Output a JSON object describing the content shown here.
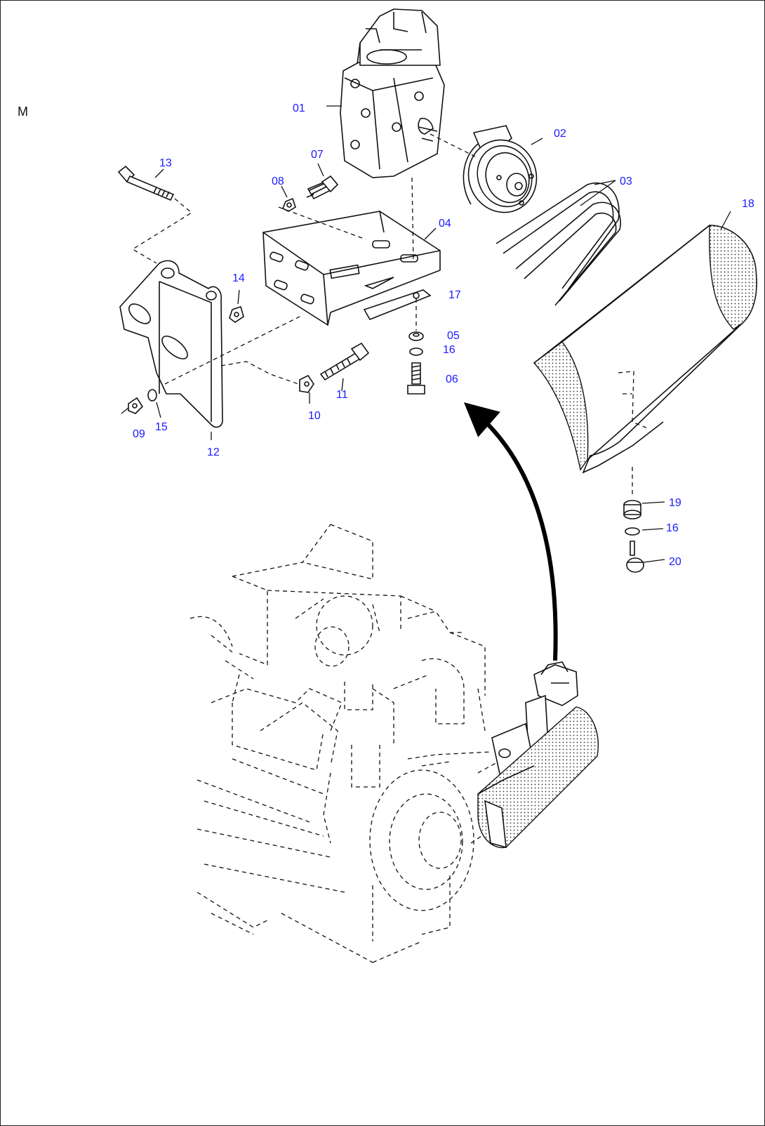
{
  "corner_label": "M",
  "part_labels": {
    "p01": "01",
    "p02": "02",
    "p03": "03",
    "p04": "04",
    "p05": "05",
    "p06": "06",
    "p07": "07",
    "p08": "08",
    "p09": "09",
    "p10": "10",
    "p11": "11",
    "p12": "12",
    "p13": "13",
    "p14": "14",
    "p15": "15",
    "p16a": "16",
    "p16b": "16",
    "p17": "17",
    "p18": "18",
    "p19": "19",
    "p20": "20"
  },
  "colors": {
    "label": "#1a1aff",
    "line": "#111111",
    "background": "#ffffff"
  }
}
